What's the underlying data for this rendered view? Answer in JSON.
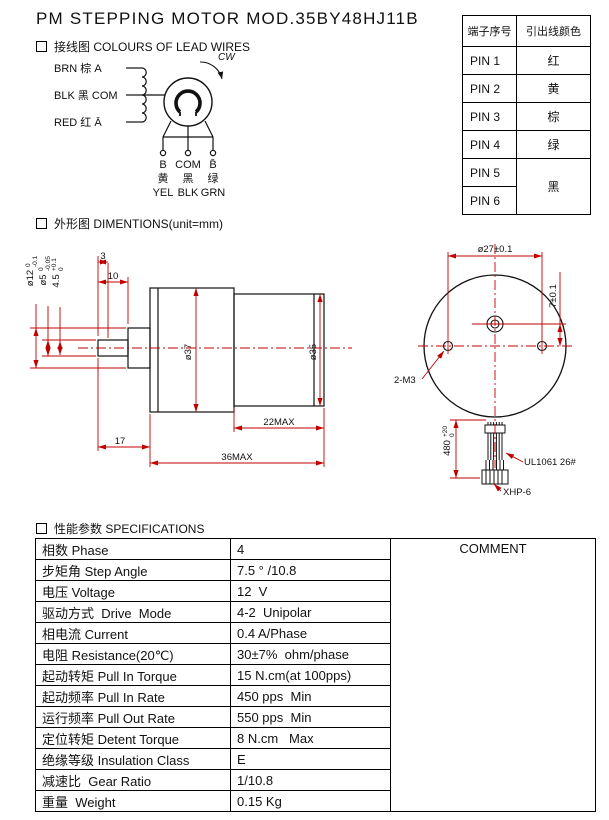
{
  "page": {
    "title": "PM STEPPING MOTOR MOD.35BY48HJ11B"
  },
  "pin_table": {
    "headers": [
      "端子序号",
      "引出线颜色"
    ],
    "rows": [
      {
        "pin": "PIN 1",
        "color": "红"
      },
      {
        "pin": "PIN 2",
        "color": "黄"
      },
      {
        "pin": "PIN 3",
        "color": "棕"
      },
      {
        "pin": "PIN 4",
        "color": "绿"
      },
      {
        "pin": "PIN 5",
        "color": "黑"
      },
      {
        "pin": "PIN 6",
        "color": ""
      }
    ]
  },
  "wiring": {
    "section_title": "接线图 COLOURS OF LEAD WIRES",
    "cw_label": "CW",
    "leads": [
      "BRN 棕 A",
      "BLK 黑 COM",
      "RED 红 Ā"
    ],
    "terminals": [
      {
        "pin": "B",
        "cn": "黄",
        "en": "YEL"
      },
      {
        "pin": "COM",
        "cn": "黑",
        "en": "BLK"
      },
      {
        "pin": "B̄",
        "cn": "绿",
        "en": "GRN"
      }
    ]
  },
  "dims": {
    "section_title": "外形图 DIMENTIONS(unit=mm)",
    "side": {
      "dia12": "ø12",
      "dia12_sup": "0",
      "dia12_sub": "-0.1",
      "dia5": "ø5",
      "dia5_sup": "0",
      "dia5_sub": "-0.05",
      "len45": "4.5",
      "len45_sup": "+0.1",
      "len45_sub": "0",
      "dim3": "3",
      "dim10": "10",
      "dia37": "ø37",
      "dia35": "ø35",
      "dim22": "22MAX",
      "dim17": "17",
      "dim36": "36MAX"
    },
    "front": {
      "dia27": "ø27±0.1",
      "off7": "7±0.1",
      "holes": "2-M3",
      "wire_len": "480",
      "wire_sup": "+20",
      "wire_sub": "0",
      "wire_spec": "UL1061 26#",
      "connector": "XHP-6"
    }
  },
  "specs": {
    "section_title": "性能参数 SPECIFICATIONS",
    "comment_label": "COMMENT",
    "rows": [
      {
        "name": "相数 Phase",
        "value": "4"
      },
      {
        "name": "步矩角 Step Angle",
        "value": "7.5 ° /10.8"
      },
      {
        "name": "电压 Voltage",
        "value": "12  V"
      },
      {
        "name": "驱动方式  Drive  Mode",
        "value": "4-2  Unipolar"
      },
      {
        "name": "相电流 Current",
        "value": "0.4 A/Phase"
      },
      {
        "name": "电阻 Resistance(20℃)",
        "value": "30±7%  ohm/phase"
      },
      {
        "name": "起动转矩 Pull In Torque",
        "value": "15 N.cm(at 100pps)"
      },
      {
        "name": "起动频率 Pull In Rate",
        "value": "450 pps  Min"
      },
      {
        "name": "运行频率 Pull Out Rate",
        "value": "550 pps  Min"
      },
      {
        "name": "定位转矩 Detent Torque",
        "value": "8 N.cm   Max"
      },
      {
        "name": "绝缘等级 Insulation Class",
        "value": "E"
      },
      {
        "name": "减速比  Gear Ratio",
        "value": "1/10.8"
      },
      {
        "name": "重量  Weight",
        "value": "0.15 Kg"
      }
    ]
  }
}
